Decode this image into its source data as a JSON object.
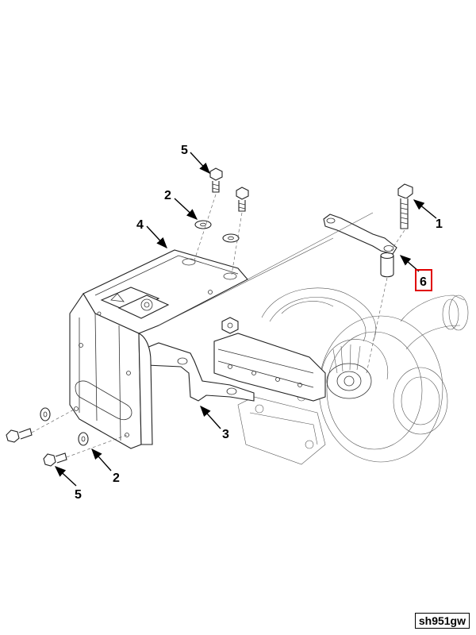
{
  "callouts": {
    "c1": "1",
    "c2a": "2",
    "c2b": "2",
    "c3": "3",
    "c4": "4",
    "c5a": "5",
    "c5b": "5",
    "c6": "6"
  },
  "highlight_color": "#e00000",
  "figure_id": "sh951gw"
}
